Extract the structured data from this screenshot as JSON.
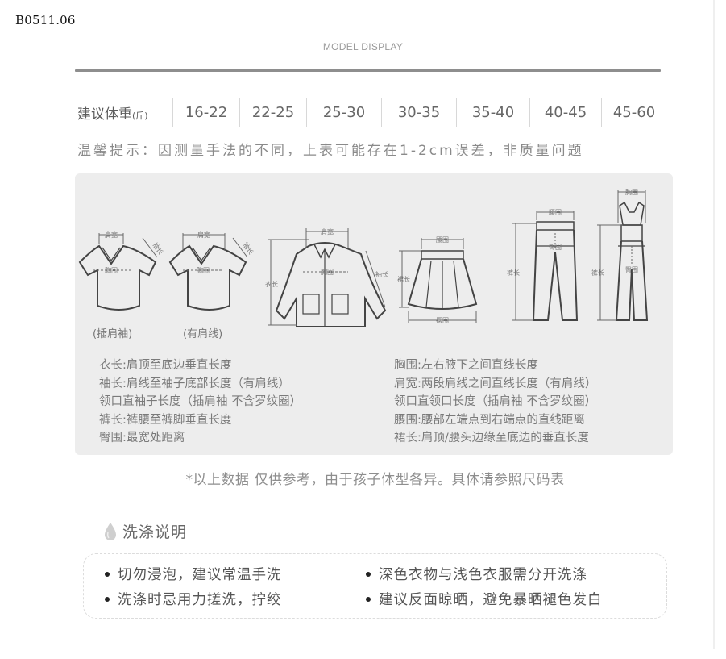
{
  "product_code": "B0511.06",
  "header": {
    "title": "MODEL DISPLAY"
  },
  "weight_row": {
    "label": "建议体重",
    "unit": "(斤)",
    "values": [
      "16-22",
      "22-25",
      "25-30",
      "30-35",
      "35-40",
      "40-45",
      "45-60"
    ]
  },
  "tip": "温馨提示：因测量手法的不同，上表可能存在1-2cm误差，非质量问题",
  "diagrams": {
    "tshirt_raglan": {
      "caption": "(插肩袖)",
      "labels": {
        "shoulder": "肩宽",
        "sleeve": "袖长",
        "chest": "胸围"
      }
    },
    "tshirt_shoulder": {
      "caption": "(有肩线)",
      "labels": {
        "shoulder": "肩宽",
        "sleeve": "袖长",
        "chest": "胸围"
      }
    },
    "jacket": {
      "labels": {
        "shoulder": "肩宽",
        "chest": "胸围",
        "length": "衣长",
        "sleeve": "袖长"
      }
    },
    "skirt": {
      "labels": {
        "waist": "腰围",
        "length": "裙长",
        "hem": "摆围"
      }
    },
    "pants": {
      "labels": {
        "waist": "腰围",
        "hip": "臀围",
        "length": "裤长"
      }
    },
    "overalls": {
      "labels": {
        "top": "胸围",
        "hip": "臀围",
        "length": "裤长"
      }
    }
  },
  "descriptions": {
    "left": [
      "衣长:肩顶至底边垂直长度",
      "袖长:肩线至袖子底部长度（有肩线）",
      "领口直袖子长度（插肩袖 不含罗纹圈）",
      "裤长:裤腰至裤脚垂直长度",
      "臀围:最宽处距离"
    ],
    "right": [
      "胸围:左右腋下之间直线长度",
      "肩宽:两段肩线之间直线长度（有肩线）",
      "领口直领口长度（插肩袖 不含罗纹圈）",
      "腰围:腰部左端点到右端点的直线距离",
      "裙长:肩顶/腰头边缘至底边的垂直长度"
    ]
  },
  "disclaimer": "*以上数据 仅供参考，由于孩子体型各异。具体请参照尺码表",
  "wash": {
    "title": "洗涤说明",
    "icon": "water-drop-icon",
    "items": [
      "切勿浸泡，建议常温手洗",
      "深色衣物与浅色衣服需分开洗涤",
      "洗涤时忌用力搓洗，拧绞",
      "建议反面晾晒，避免暴晒褪色发白"
    ]
  },
  "colors": {
    "panel_bg": "#ededed",
    "rule": "#8e8e8e",
    "text": "#555555"
  }
}
